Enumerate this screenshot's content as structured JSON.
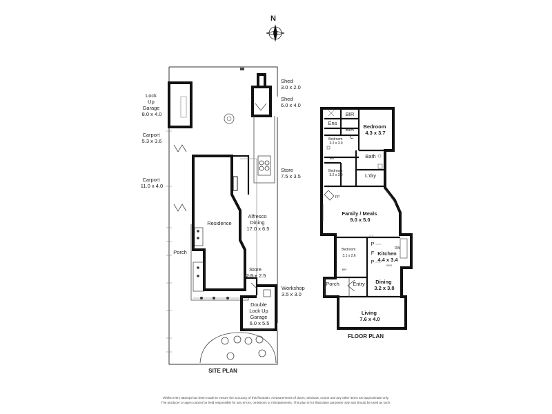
{
  "compass": {
    "label": "N"
  },
  "site_plan": {
    "title": "SITE PLAN",
    "rooms": [
      {
        "id": "lock-up-garage",
        "lines": [
          "Lock",
          "Up",
          "Garage",
          "8.0 x 4.0"
        ]
      },
      {
        "id": "carport-1",
        "lines": [
          "Carport",
          "5.3 x 3.6"
        ]
      },
      {
        "id": "carport-2",
        "lines": [
          "Carport",
          "11.0 x 4.0"
        ]
      },
      {
        "id": "shed-1",
        "lines": [
          "Shed",
          "3.0 x 2.0"
        ]
      },
      {
        "id": "shed-2",
        "lines": [
          "Shed",
          "6.0 x 4.0"
        ]
      },
      {
        "id": "store-1",
        "lines": [
          "Store",
          "7.5 x 3.5"
        ]
      },
      {
        "id": "residence",
        "lines": [
          "Residence"
        ]
      },
      {
        "id": "alfresco",
        "lines": [
          "Alfresco",
          "Dining",
          "17.0 x 6.5"
        ]
      },
      {
        "id": "porch",
        "lines": [
          "Porch"
        ]
      },
      {
        "id": "store-2",
        "lines": [
          "Store",
          "2.5 x 2.5"
        ]
      },
      {
        "id": "workshop",
        "lines": [
          "Workshop",
          "3.5 x 3.0"
        ]
      },
      {
        "id": "double-garage",
        "lines": [
          "Double",
          "Lock Up",
          "Garage",
          "6.0 x 5.5"
        ]
      }
    ]
  },
  "floor_plan": {
    "title": "FLOOR PLAN",
    "rooms": [
      {
        "id": "bedroom-main",
        "lines": [
          "Bedroom",
          "4.3 x 3.7"
        ]
      },
      {
        "id": "bir-1",
        "lines": [
          "BIR"
        ]
      },
      {
        "id": "ens",
        "lines": [
          "Ens"
        ]
      },
      {
        "id": "bir-2",
        "lines": [
          "BIR"
        ]
      },
      {
        "id": "bedroom-2",
        "lines": [
          "Bedroom",
          "3.2 x 3.0"
        ]
      },
      {
        "id": "c",
        "lines": [
          "C"
        ]
      },
      {
        "id": "bath",
        "lines": [
          "Bath"
        ]
      },
      {
        "id": "bir-3",
        "lines": [
          "BIR"
        ]
      },
      {
        "id": "bedroom-3",
        "lines": [
          "Bedroom",
          "3.2 x 3.0"
        ]
      },
      {
        "id": "ldry",
        "lines": [
          "L'dry"
        ]
      },
      {
        "id": "fp",
        "lines": [
          "FP"
        ]
      },
      {
        "id": "family",
        "lines": [
          "Family / Meals",
          "9.0 x 5.0"
        ]
      },
      {
        "id": "bedroom-4",
        "lines": [
          "Bedroom",
          "3.1 x 2.6"
        ]
      },
      {
        "id": "bir-4",
        "lines": [
          "BIR"
        ]
      },
      {
        "id": "p1",
        "lines": [
          "P"
        ]
      },
      {
        "id": "f",
        "lines": [
          "F"
        ]
      },
      {
        "id": "p2",
        "lines": [
          "P"
        ]
      },
      {
        "id": "dw",
        "lines": [
          "DW"
        ]
      },
      {
        "id": "kitchen",
        "lines": [
          "Kitchen",
          "4.4 x 3.4"
        ]
      },
      {
        "id": "wo",
        "lines": [
          "W/O"
        ]
      },
      {
        "id": "porch-fp",
        "lines": [
          "Porch"
        ]
      },
      {
        "id": "entry",
        "lines": [
          "Entry"
        ]
      },
      {
        "id": "dining",
        "lines": [
          "Dining",
          "3.2 x 3.8"
        ]
      },
      {
        "id": "living",
        "lines": [
          "Living",
          "7.6 x 4.0"
        ]
      }
    ]
  },
  "disclaimer": [
    "Whilst every attempt has been made to ensure the accuracy of this floorplan, measurements of doors, windows, rooms and any other items are approximate only.",
    "The producer or agent cannot be held responsible for any errors, omissions or misstatements. This plan is for illustrative purposes only and should be used as such."
  ]
}
